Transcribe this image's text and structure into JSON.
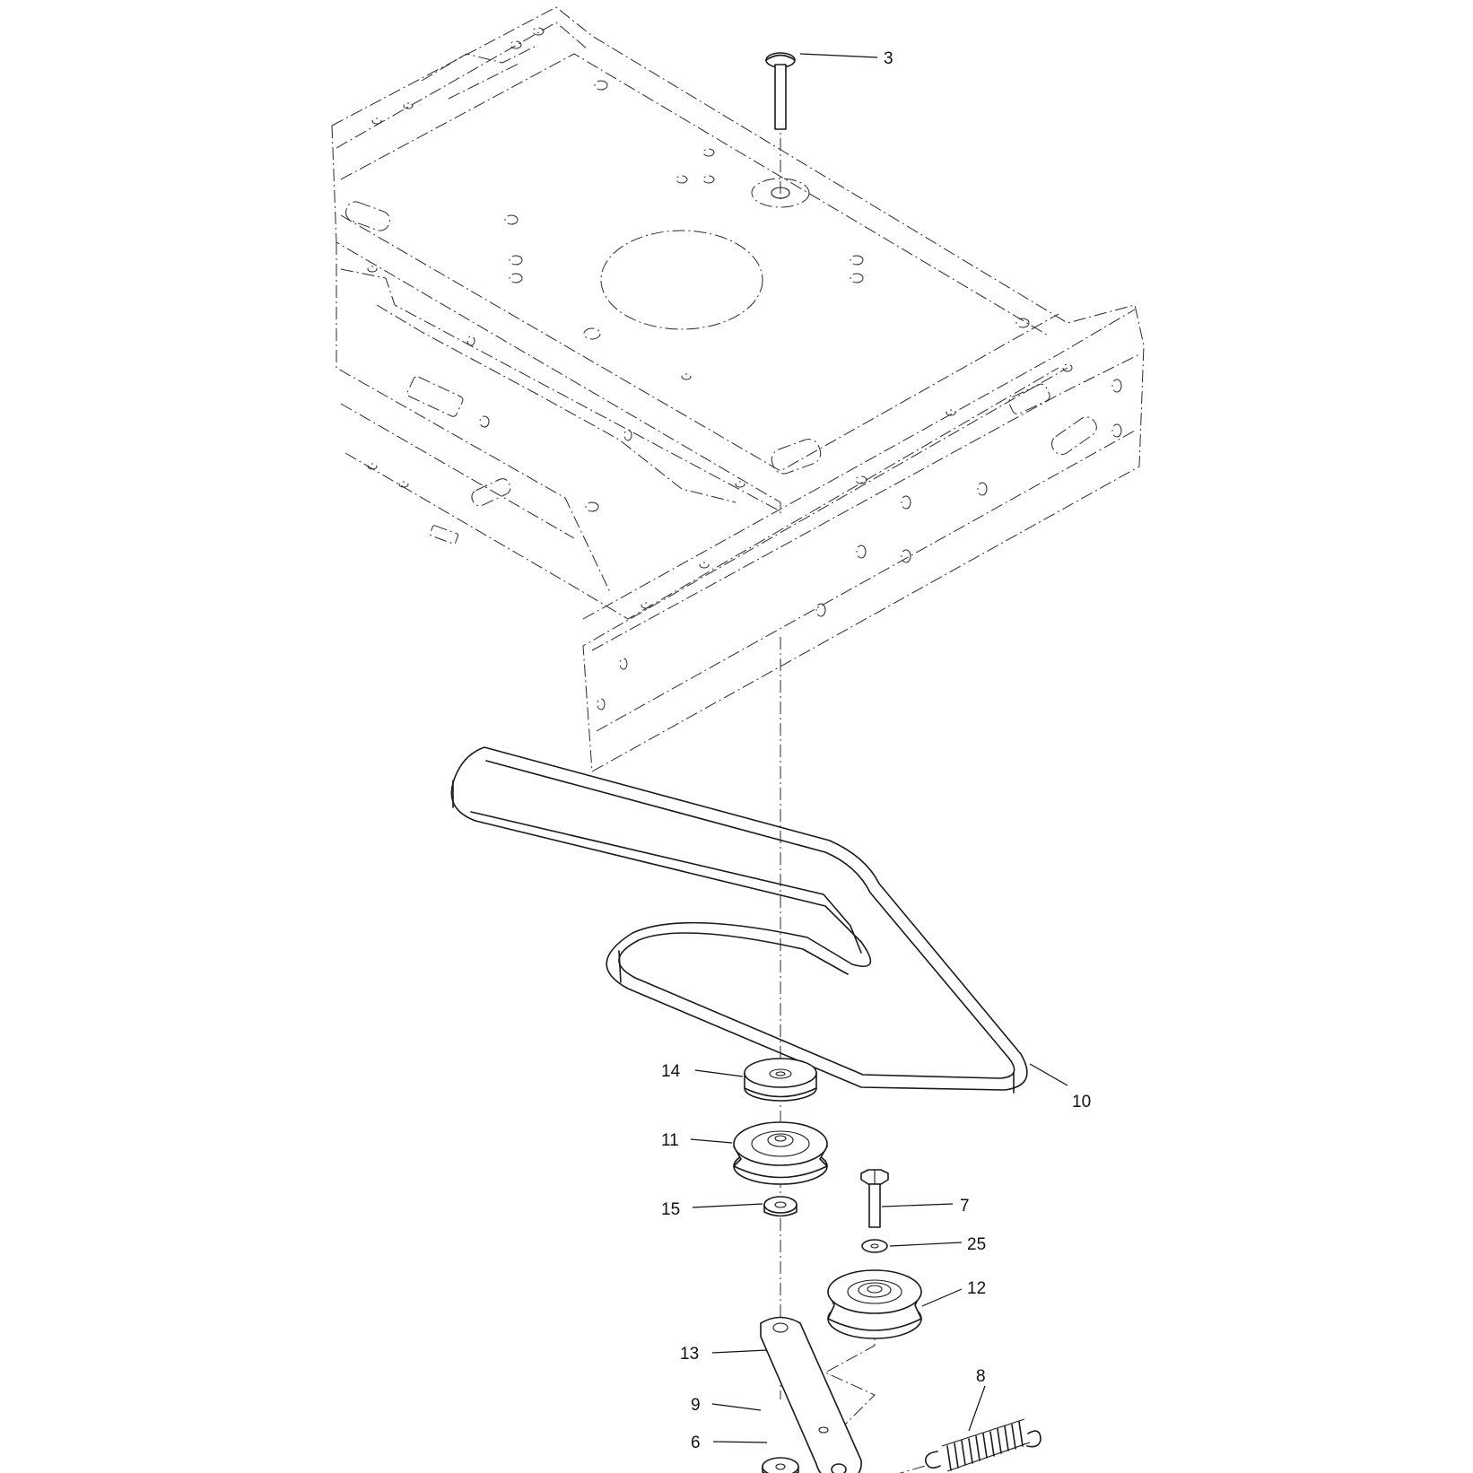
{
  "callouts": [
    {
      "id": "3",
      "label": "3"
    },
    {
      "id": "10",
      "label": "10"
    },
    {
      "id": "14",
      "label": "14"
    },
    {
      "id": "11",
      "label": "11"
    },
    {
      "id": "15",
      "label": "15"
    },
    {
      "id": "7",
      "label": "7"
    },
    {
      "id": "25",
      "label": "25"
    },
    {
      "id": "12",
      "label": "12"
    },
    {
      "id": "13",
      "label": "13"
    },
    {
      "id": "8",
      "label": "8"
    },
    {
      "id": "9",
      "label": "9"
    },
    {
      "id": "6",
      "label": "6"
    }
  ]
}
